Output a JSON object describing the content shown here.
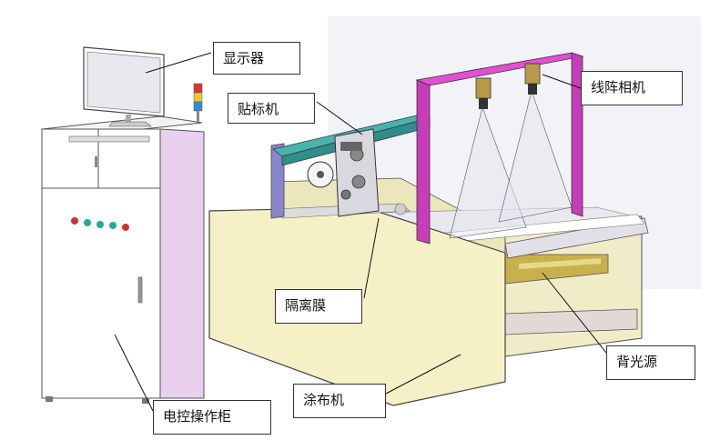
{
  "labels": {
    "display": "显示器",
    "labeler": "贴标机",
    "line_camera": "线阵相机",
    "release_film": "隔离膜",
    "backlight": "背光源",
    "coater": "涂布机",
    "control_cabinet": "电控操作柜"
  },
  "colors": {
    "cabinet_front": "#ffffff",
    "cabinet_side": "#e9d0ee",
    "machine_body": "#f6f0c6",
    "camera_frame": "#e34fd0",
    "rail": "#49b3aa",
    "side_bracket": "#8a86cc",
    "gold_roller": "#c8b14d",
    "tower_light": [
      "#d33",
      "#e9c93a",
      "#3a8ad3"
    ]
  },
  "indicator_lights": [
    "#c33",
    "#2a9",
    "#2a9",
    "#2a9",
    "#c33"
  ]
}
